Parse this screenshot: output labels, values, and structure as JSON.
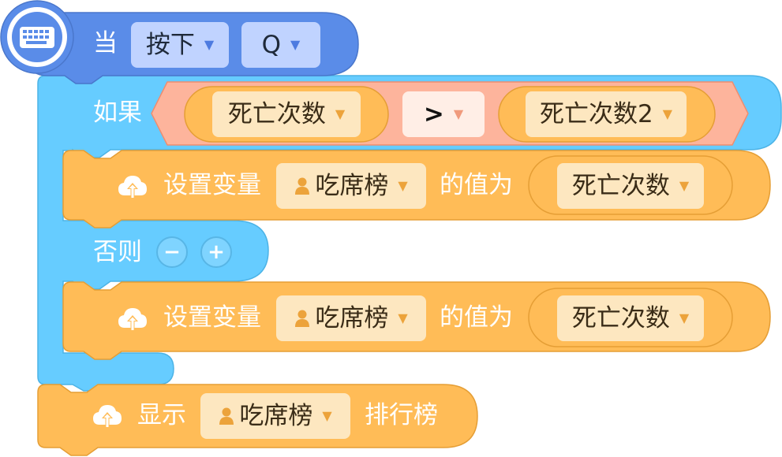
{
  "colors": {
    "event_blue": "#5a8ce8",
    "control_cyan": "#66ccff",
    "operator_salmon": "#fdb49c",
    "variable_orange": "#ffbc57",
    "dropdown_blue": "#c0d3ff",
    "dropdown_peach": "#fde7c0"
  },
  "event_block": {
    "icon": "keyboard-icon",
    "when_label": "当",
    "action_value": "按下",
    "key_value": "Q"
  },
  "if_block": {
    "if_label": "如果",
    "left_value": "死亡次数",
    "operator_value": ">",
    "right_value": "死亡次数2",
    "else_label": "否则",
    "minus_label": "−",
    "plus_label": "+"
  },
  "set_blocks": [
    {
      "icon": "cloud-upload-icon",
      "label": "设置变量",
      "variable": "吃席榜",
      "value_label": "的值为",
      "value": "死亡次数"
    },
    {
      "icon": "cloud-upload-icon",
      "label": "设置变量",
      "variable": "吃席榜",
      "value_label": "的值为",
      "value": "死亡次数"
    }
  ],
  "show_block": {
    "icon": "cloud-upload-icon",
    "label": "显示",
    "variable": "吃席榜",
    "suffix": "排行榜"
  }
}
